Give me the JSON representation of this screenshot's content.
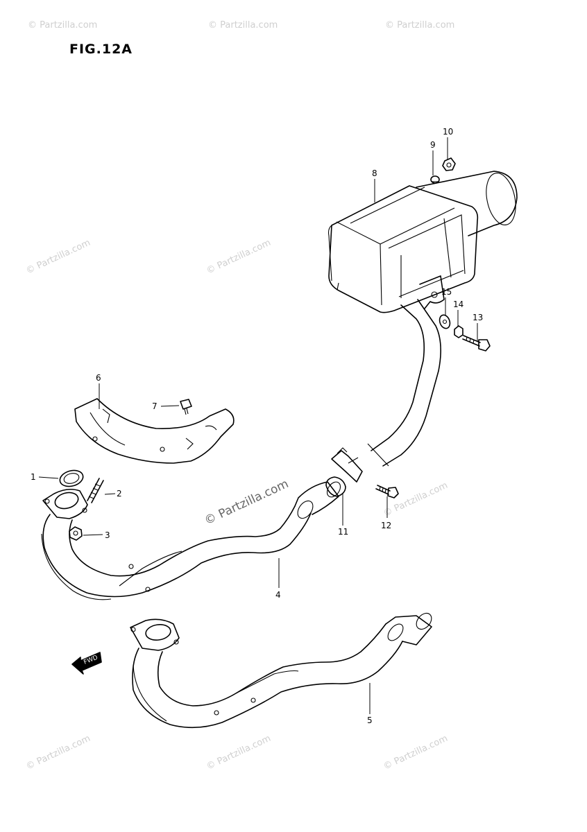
{
  "figure": {
    "title": "FIG.12A"
  },
  "watermark": {
    "text": "© Partzilla.com",
    "main_text": "© Partzilla.com"
  },
  "fwd_label": "FWD",
  "callouts": [
    {
      "id": "c1",
      "label": "1"
    },
    {
      "id": "c2",
      "label": "2"
    },
    {
      "id": "c3",
      "label": "3"
    },
    {
      "id": "c4",
      "label": "4"
    },
    {
      "id": "c5",
      "label": "5"
    },
    {
      "id": "c6",
      "label": "6"
    },
    {
      "id": "c7",
      "label": "7"
    },
    {
      "id": "c8",
      "label": "8"
    },
    {
      "id": "c9",
      "label": "9"
    },
    {
      "id": "c10",
      "label": "10"
    },
    {
      "id": "c11",
      "label": "11"
    },
    {
      "id": "c12",
      "label": "12"
    },
    {
      "id": "c13",
      "label": "13"
    },
    {
      "id": "c14",
      "label": "14"
    },
    {
      "id": "c15",
      "label": "15"
    }
  ]
}
